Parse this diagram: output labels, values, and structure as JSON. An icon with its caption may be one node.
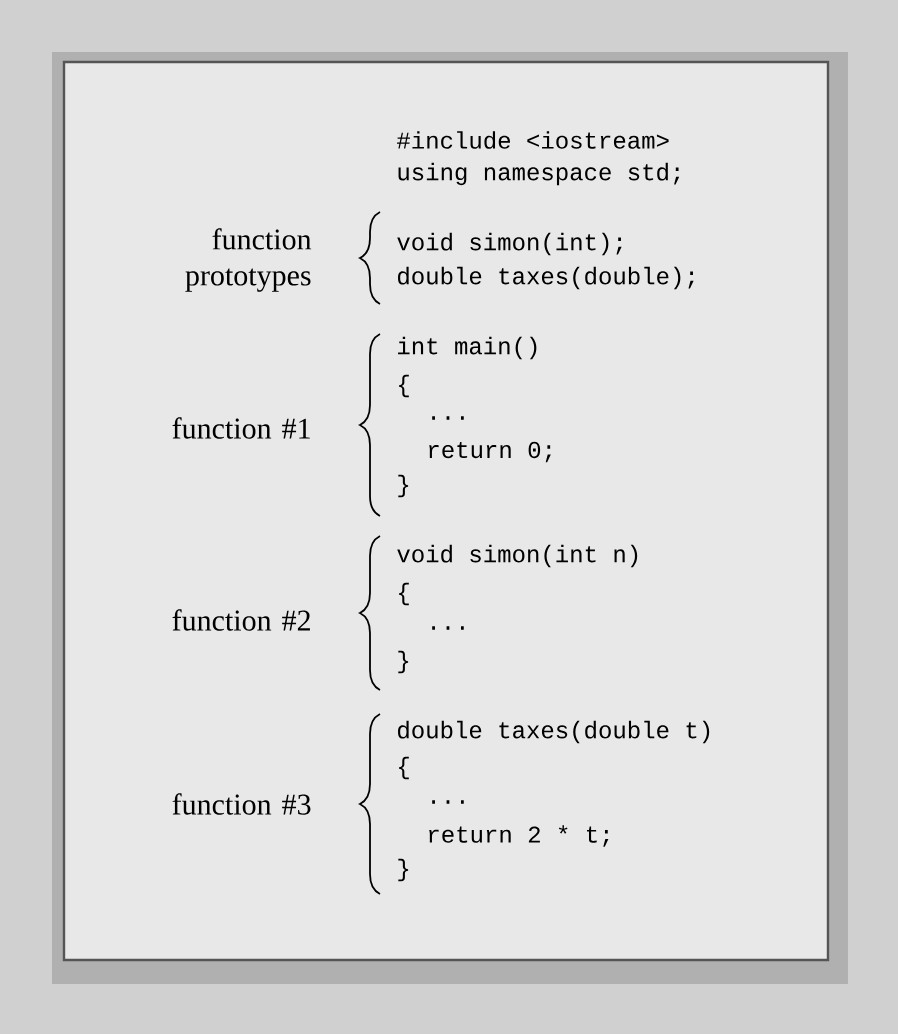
{
  "diagram": {
    "labels": [
      "#include <iostream>",
      "using namespace std;",
      "function prototypes",
      "void simon(int);",
      "double taxes(double);",
      "int main()",
      "{",
      "function #1",
      "...",
      "return 0;",
      "}",
      "void simon(int n)",
      "{",
      "function #2",
      "...",
      "}",
      "double taxes(double t)",
      "{",
      "function #3",
      "...",
      "return 2 * t;",
      "}"
    ]
  }
}
